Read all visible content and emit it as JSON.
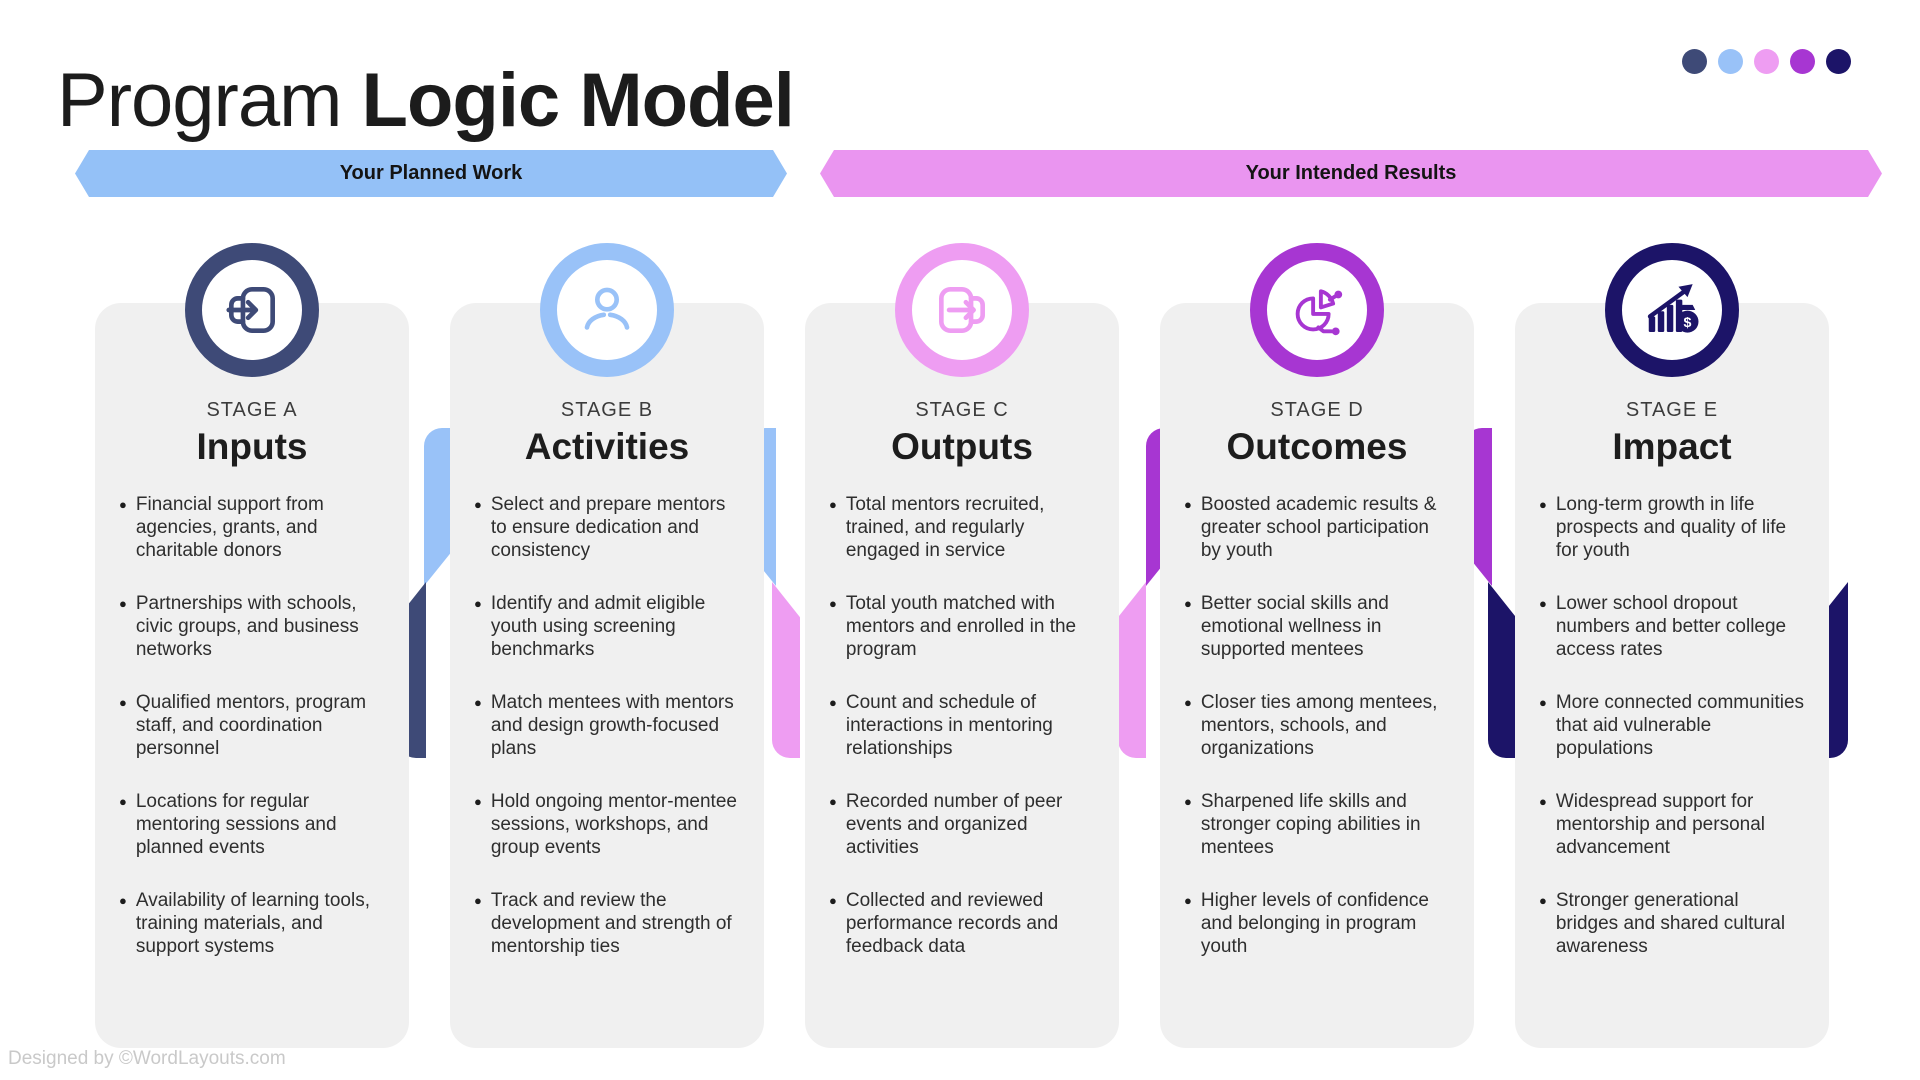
{
  "title": {
    "regular": "Program ",
    "bold": "Logic Model"
  },
  "palette_dots": [
    "#3e4a77",
    "#99c2f8",
    "#ee9df2",
    "#a736d2",
    "#1c1468"
  ],
  "banners": {
    "planned": {
      "label": "Your Planned Work",
      "color": "#94c1f7"
    },
    "results": {
      "label": "Your Intended Results",
      "color": "#ea95f0"
    }
  },
  "columns": [
    {
      "stage": "STAGE A",
      "title": "Inputs",
      "accent": "#3e4a77",
      "icon": "login-icon",
      "bullets": [
        "Financial support from agencies, grants, and charitable donors",
        "Partnerships with schools, civic groups, and business networks",
        "Qualified mentors, program staff, and coordination personnel",
        "Locations for regular mentoring sessions and planned events",
        "Availability of learning tools, training materials, and support systems"
      ]
    },
    {
      "stage": "STAGE B",
      "title": "Activities",
      "accent": "#99c2f8",
      "icon": "person-icon",
      "bullets": [
        "Select and prepare mentors to ensure dedication and consistency",
        "Identify and admit eligible youth using screening benchmarks",
        "Match mentees with mentors and design growth-focused plans",
        "Hold ongoing mentor-mentee sessions, workshops, and group events",
        "Track and review the development and strength of mentorship ties"
      ]
    },
    {
      "stage": "STAGE C",
      "title": "Outputs",
      "accent": "#ee9df2",
      "icon": "logout-icon",
      "bullets": [
        "Total mentors recruited, trained, and regularly engaged in service",
        "Total youth matched with mentors and enrolled in the program",
        "Count and schedule of interactions in mentoring relationships",
        "Recorded number of peer events and organized activities",
        "Collected and reviewed performance records and feedback data"
      ]
    },
    {
      "stage": "STAGE D",
      "title": "Outcomes",
      "accent": "#a736d2",
      "icon": "pie-chart-icon",
      "bullets": [
        "Boosted academic results & greater school participation by youth",
        "Better social skills and emotional wellness in supported mentees",
        "Closer ties among mentees, mentors, schools, and organizations",
        "Sharpened life skills and stronger coping abilities in mentees",
        "Higher levels of confidence and belonging in program youth"
      ]
    },
    {
      "stage": "STAGE E",
      "title": "Impact",
      "accent": "#1c1468",
      "icon": "growth-money-icon",
      "bullets": [
        "Long-term growth in life prospects and quality of life for youth",
        "Lower school dropout numbers and better college access rates",
        "More connected communities that aid vulnerable populations",
        "Widespread support for mentorship and personal advancement",
        "Stronger generational bridges and shared cultural awareness"
      ]
    }
  ],
  "footer": "Designed by ©WordLayouts.com"
}
